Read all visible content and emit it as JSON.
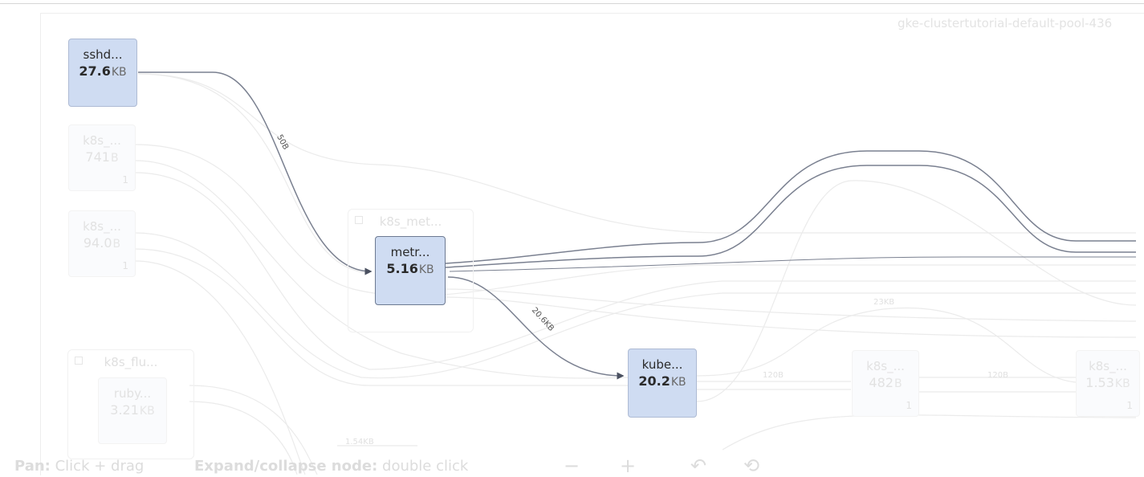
{
  "cluster": {
    "name": "gke-clustertutorial-default-pool-436"
  },
  "groups": [
    {
      "id": "g1",
      "title": "k8s_met..."
    },
    {
      "id": "g2",
      "title": "k8s_flu..."
    }
  ],
  "nodes": {
    "sshd": {
      "name": "sshd...",
      "value": "27.6",
      "unit": "KB"
    },
    "k8s_a": {
      "name": "k8s_...",
      "value": "741",
      "unit": "B",
      "count": "1"
    },
    "k8s_b": {
      "name": "k8s_...",
      "value": "94.0",
      "unit": "B",
      "count": "1"
    },
    "metr": {
      "name": "metr...",
      "value": "5.16",
      "unit": "KB"
    },
    "ruby": {
      "name": "ruby...",
      "value": "3.21",
      "unit": "KB"
    },
    "kube": {
      "name": "kube...",
      "value": "20.2",
      "unit": "KB"
    },
    "k8s_c": {
      "name": "k8s_...",
      "value": "482",
      "unit": "B",
      "count": "1"
    },
    "k8s_d": {
      "name": "k8s_...",
      "value": "1.53",
      "unit": "KB",
      "count": "1"
    }
  },
  "edge_labels": {
    "sshd_metr": "50B",
    "metr_kube": "20.6KB",
    "faint_1": "23KB",
    "faint_2": "1.54KB",
    "faint_3": "120B",
    "faint_4": "120B"
  },
  "toolbar": {
    "pan_label": "Pan:",
    "pan_hint": "Click + drag",
    "expand_label": "Expand/collapse node:",
    "expand_hint": "double click",
    "zoom_out": "−",
    "zoom_in": "+",
    "undo": "↶",
    "reset": "⟲"
  },
  "icons": {
    "zoom_out": "minus-icon",
    "zoom_in": "plus-icon",
    "undo": "undo-icon",
    "reset": "reset-view-icon"
  },
  "colors": {
    "node_active": "#cfdcf2",
    "node_border": "#aebbd4",
    "edge_active": "#6b7282",
    "edge_faded": "#e9e9e9"
  }
}
